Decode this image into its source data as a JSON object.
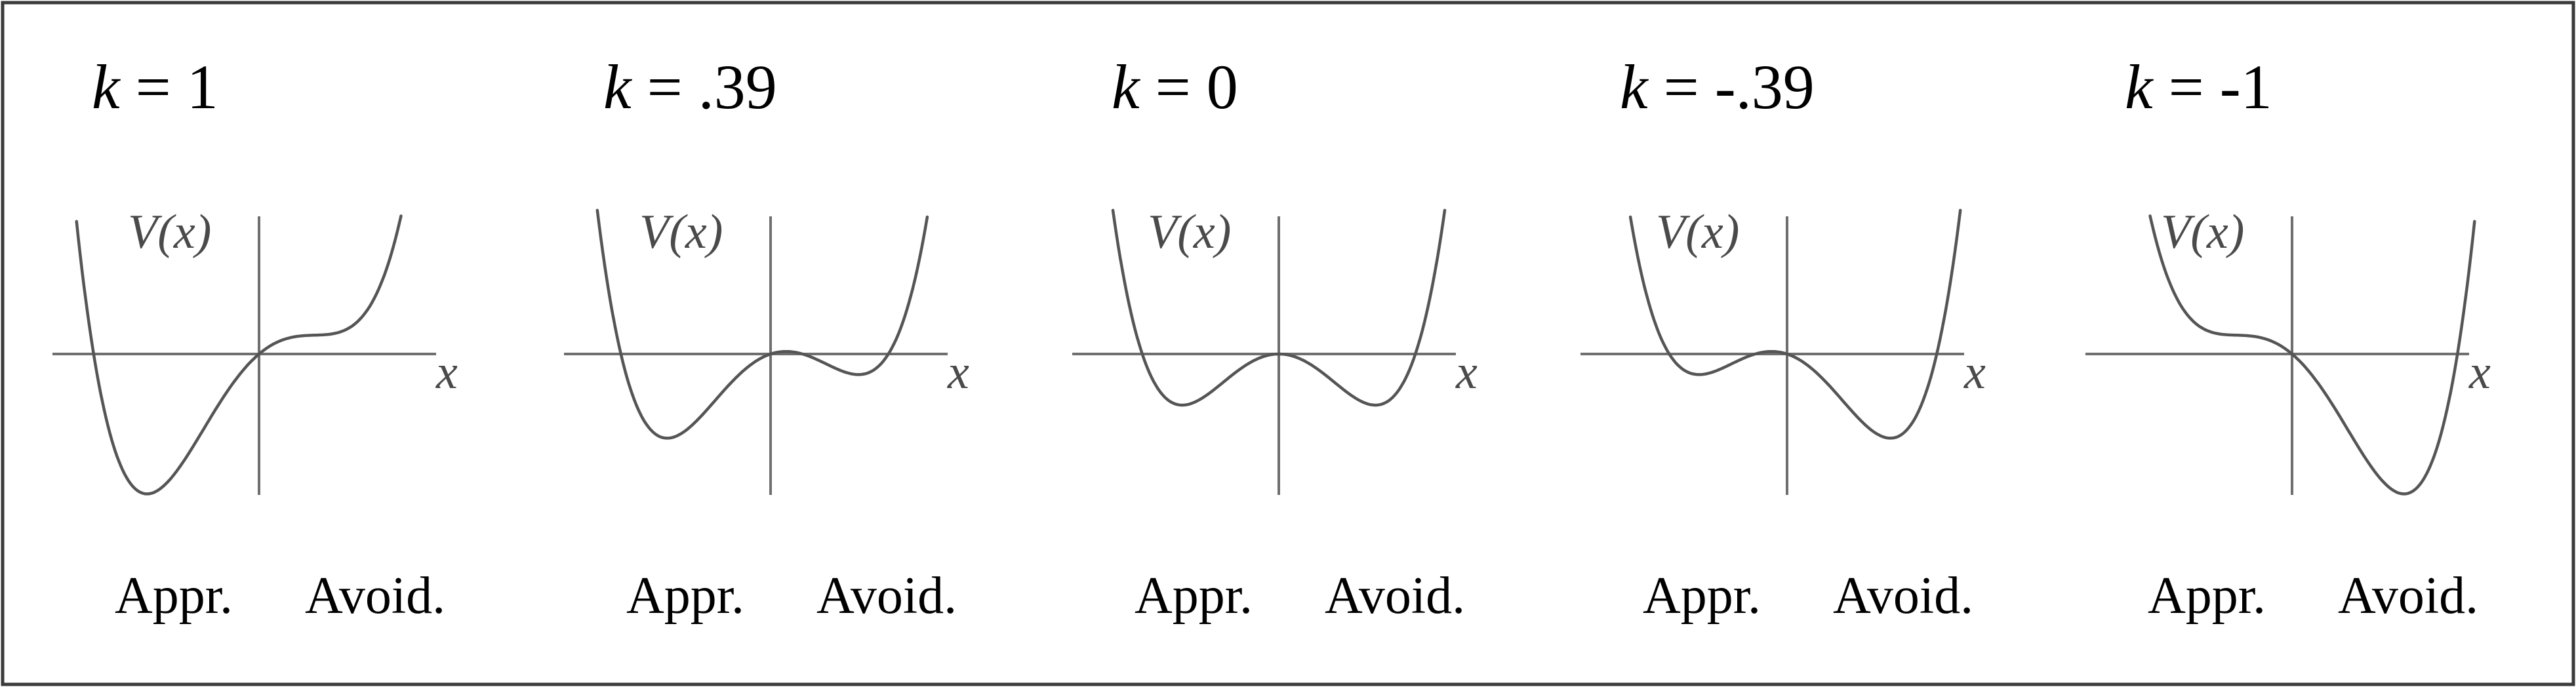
{
  "panels": [
    {
      "k": 1,
      "title_var": "k",
      "title_rest": " = 1",
      "ylabel": "V(x)",
      "xlabel": "x",
      "left_label": "Appr.",
      "right_label": "Avoid."
    },
    {
      "k": 0.39,
      "title_var": "k",
      "title_rest": " = .39",
      "ylabel": "V(x)",
      "xlabel": "x",
      "left_label": "Appr.",
      "right_label": "Avoid."
    },
    {
      "k": 0,
      "title_var": "k",
      "title_rest": " = 0",
      "ylabel": "V(x)",
      "xlabel": "x",
      "left_label": "Appr.",
      "right_label": "Avoid."
    },
    {
      "k": -0.39,
      "title_var": "k",
      "title_rest": " = -.39",
      "ylabel": "V(x)",
      "xlabel": "x",
      "left_label": "Appr.",
      "right_label": "Avoid."
    },
    {
      "k": -1,
      "title_var": "k",
      "title_rest": " = -1",
      "ylabel": "V(x)",
      "xlabel": "x",
      "left_label": "Appr.",
      "right_label": "Avoid."
    }
  ],
  "colors": {
    "curve": "#555555",
    "axis": "#6f6f6f",
    "frame": "#3a3a3a",
    "text": "#000000"
  }
}
